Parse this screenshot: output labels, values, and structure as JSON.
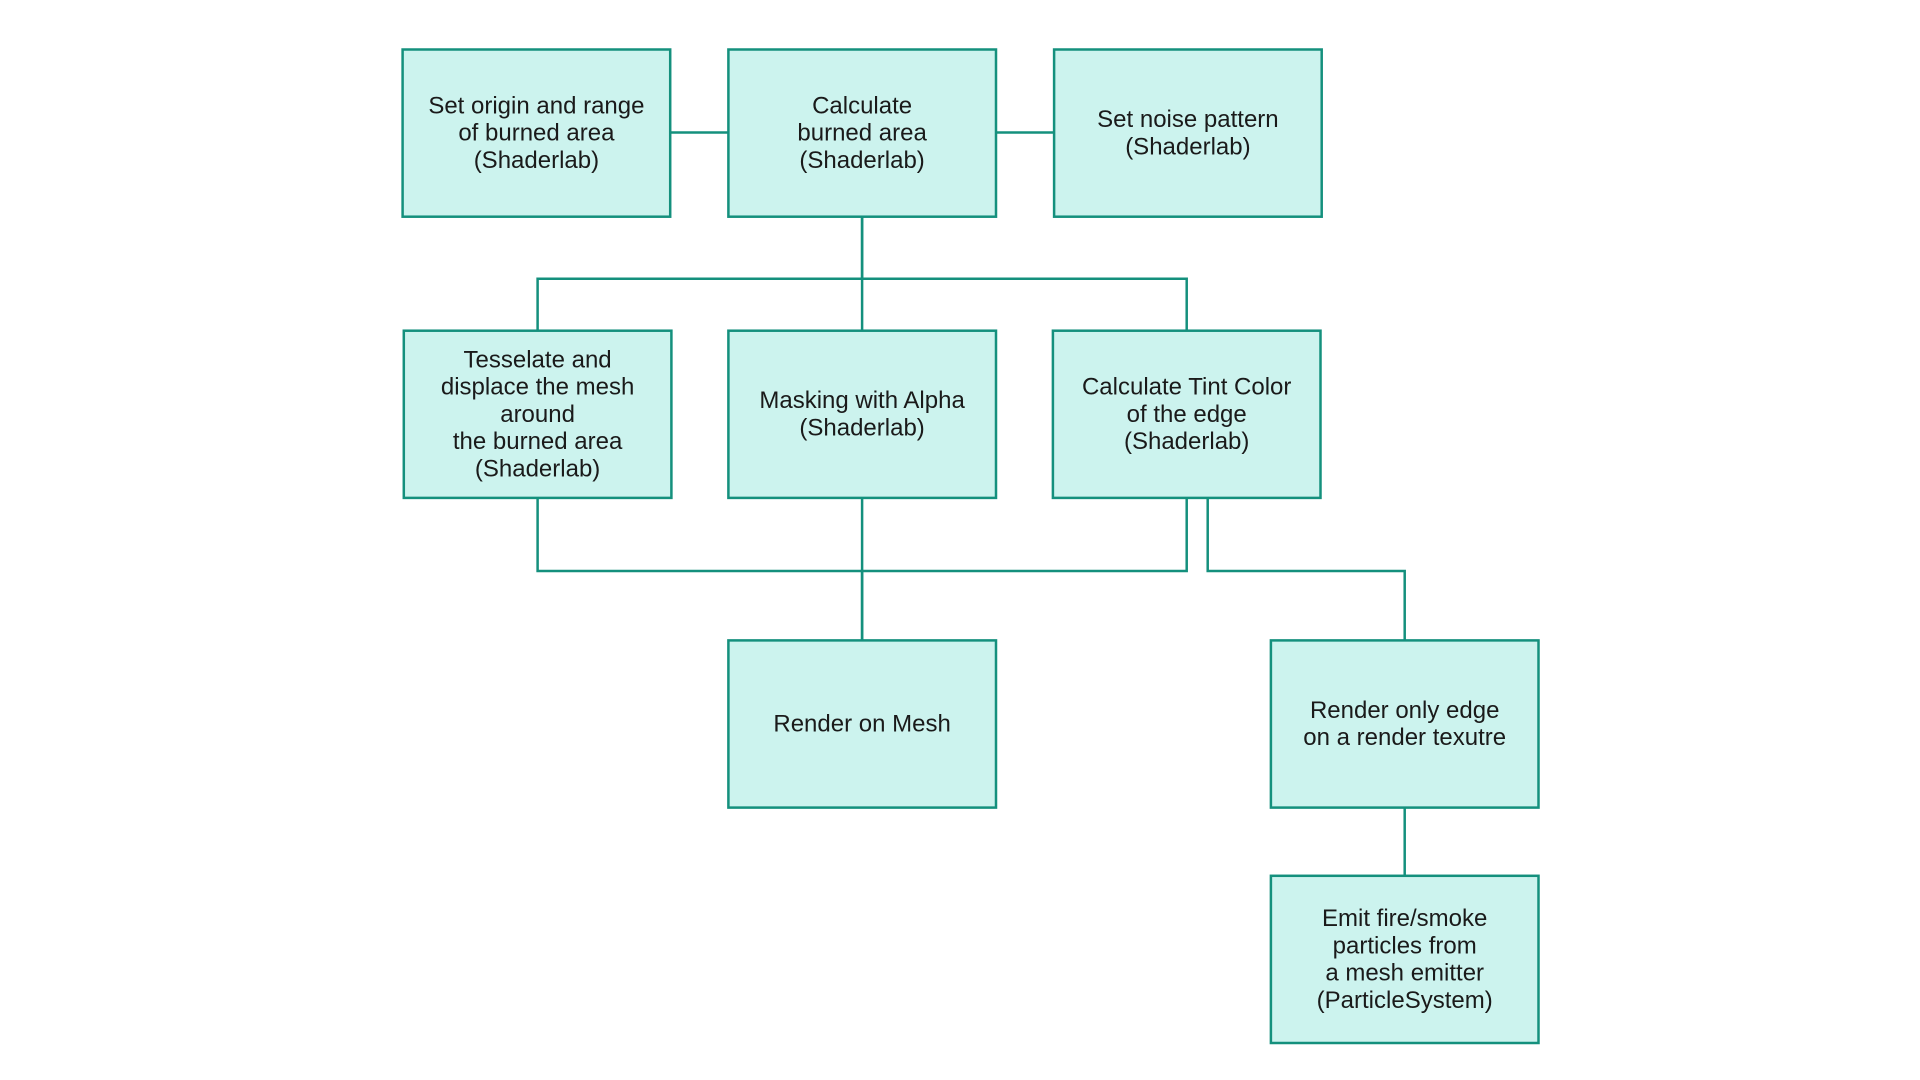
{
  "colors": {
    "node_fill": "#ccf3ee",
    "node_stroke": "#14907d",
    "edge": "#14907d",
    "text": "#1a1a1a",
    "background": "#ffffff"
  },
  "nodes": [
    {
      "id": "origin",
      "lines": [
        "Set origin and range",
        "of burned area",
        "(Shaderlab)"
      ]
    },
    {
      "id": "calc",
      "lines": [
        "Calculate",
        "burned area",
        "(Shaderlab)"
      ]
    },
    {
      "id": "noise",
      "lines": [
        "Set noise pattern",
        "(Shaderlab)"
      ]
    },
    {
      "id": "tess",
      "lines": [
        "Tesselate and",
        "displace the mesh",
        "around",
        "the burned area",
        "(Shaderlab)"
      ]
    },
    {
      "id": "mask",
      "lines": [
        "Masking with Alpha",
        "(Shaderlab)"
      ]
    },
    {
      "id": "tint",
      "lines": [
        "Calculate Tint Color",
        "of the edge",
        "(Shaderlab)"
      ]
    },
    {
      "id": "render",
      "lines": [
        "Render on Mesh"
      ]
    },
    {
      "id": "edge",
      "lines": [
        "Render only edge",
        "on a render texutre"
      ]
    },
    {
      "id": "emit",
      "lines": [
        "Emit fire/smoke",
        "particles from",
        "a mesh emitter",
        "(ParticleSystem)"
      ]
    }
  ],
  "edges": [
    {
      "from": "origin",
      "to": "calc"
    },
    {
      "from": "calc",
      "to": "noise"
    },
    {
      "from": "calc",
      "to": "tess"
    },
    {
      "from": "calc",
      "to": "mask"
    },
    {
      "from": "calc",
      "to": "tint"
    },
    {
      "from": "tess",
      "to": "render"
    },
    {
      "from": "mask",
      "to": "render"
    },
    {
      "from": "tint",
      "to": "render"
    },
    {
      "from": "tint",
      "to": "edge"
    },
    {
      "from": "edge",
      "to": "emit"
    }
  ]
}
